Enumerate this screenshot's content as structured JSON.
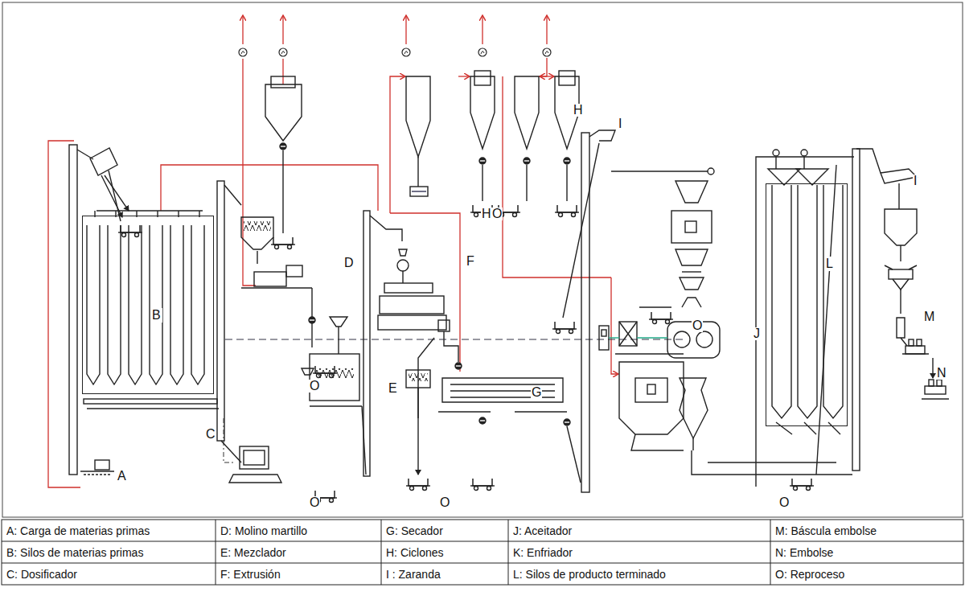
{
  "diagram": {
    "nodes": [
      {
        "text": [
          "B"
        ]
      },
      {
        "text": [
          "L"
        ]
      }
    ],
    "labels": [
      "H",
      "I",
      "I",
      "H",
      "O",
      "F",
      "D",
      "M",
      "O",
      "J",
      "N",
      "O",
      "E",
      "G",
      "C",
      "A",
      "O",
      "O",
      "O",
      "A: Carga de materias primas",
      "D: Molino martillo",
      "G: Secador",
      "J: Aceitador",
      "M: Báscula embolse",
      "B: Silos de materias primas",
      "E: Mezclador",
      "H: Ciclones",
      "K: Enfriador",
      "N: Embolse",
      "C: Dosificador",
      "F: Extrusión",
      "I : Zaranda",
      "L: Silos de producto terminado",
      "O: Reproceso"
    ]
  }
}
